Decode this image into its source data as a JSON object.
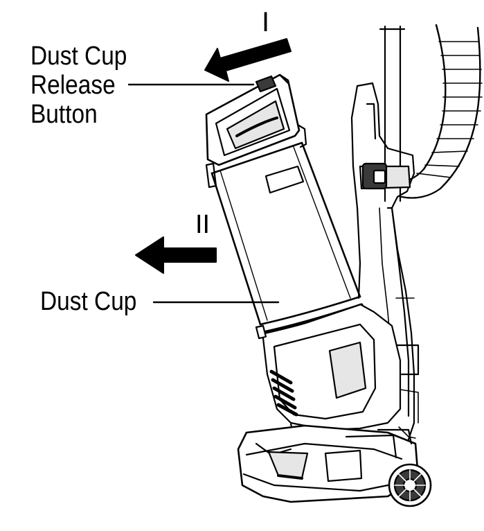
{
  "labels": {
    "release_line1": "Dust Cup",
    "release_line2": "Release",
    "release_line3": "Button",
    "dust_cup": "Dust Cup"
  },
  "steps": {
    "step_one": "I",
    "step_two": "II"
  },
  "colors": {
    "ink": "#000000",
    "paper": "#ffffff",
    "light_shade": "#e6e6e6",
    "mid_shade": "#bdbdbd",
    "dark_shade": "#3a3a3a"
  }
}
